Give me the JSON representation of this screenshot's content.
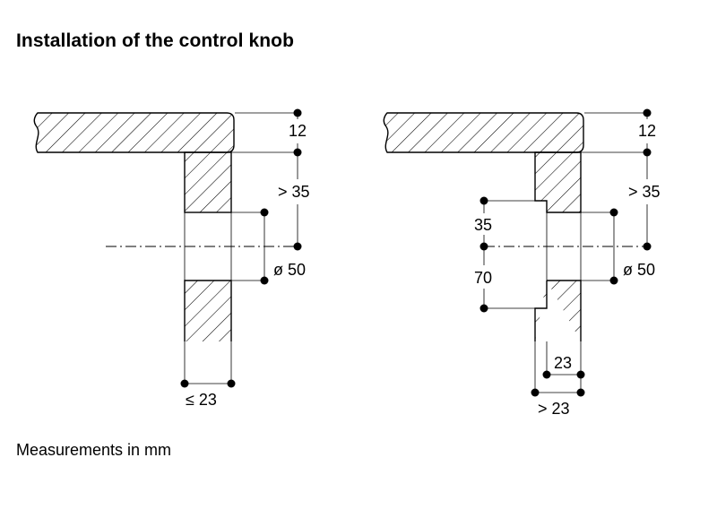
{
  "title": "Installation of the control knob",
  "footnote": "Measurements in mm",
  "left_diagram": {
    "dim_top": "12",
    "dim_gap": "> 35",
    "dim_diameter": "ø 50",
    "dim_thickness": "≤ 23"
  },
  "right_diagram": {
    "dim_top": "12",
    "dim_gap": "> 35",
    "dim_diameter": "ø 50",
    "dim_recess_upper": "35",
    "dim_recess_lower": "70",
    "dim_inner_thickness": "23",
    "dim_outer_thickness": "> 23"
  }
}
